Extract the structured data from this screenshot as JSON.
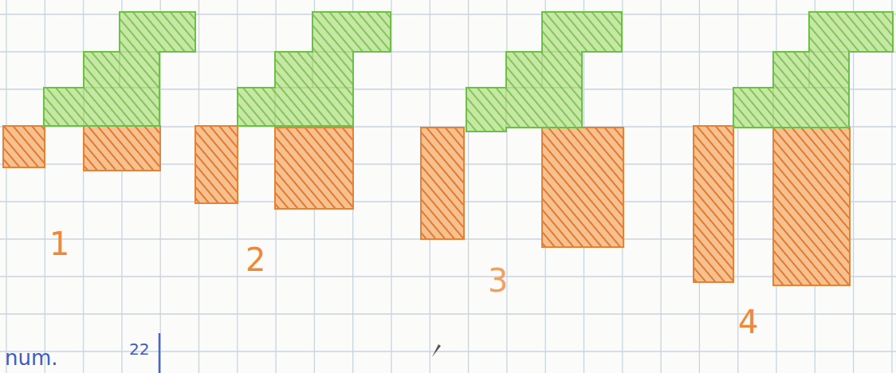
{
  "diagram": {
    "labels": [
      "1",
      "2",
      "3",
      "4",
      "num.",
      "22"
    ]
  }
}
